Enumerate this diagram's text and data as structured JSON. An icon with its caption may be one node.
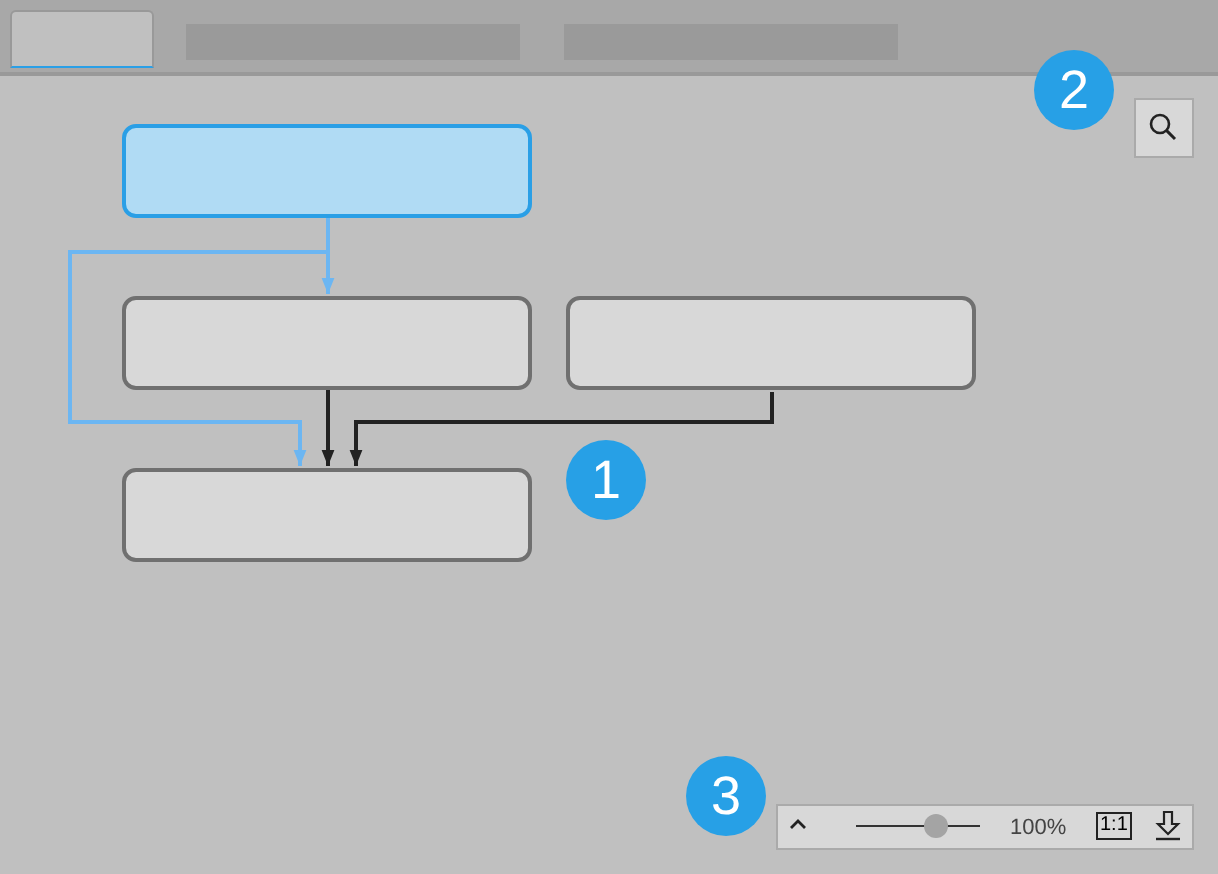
{
  "diagram": {
    "nodes": [
      {
        "text": [],
        "shape": "box"
      },
      {
        "text": [],
        "shape": "box"
      },
      {
        "text": [],
        "shape": "box"
      },
      {
        "text": [],
        "shape": "box"
      }
    ],
    "edges": [
      {
        "from": 0,
        "to": 1,
        "arrow": "to",
        "color": "#6cb6f2"
      },
      {
        "from": 0,
        "to": 3,
        "arrow": "to",
        "color": "#6cb6f2"
      },
      {
        "from": 1,
        "to": 3,
        "arrow": "to",
        "color": "#222222"
      },
      {
        "from": 2,
        "to": 3,
        "arrow": "to",
        "color": "#222222"
      }
    ],
    "labels": [
      "2",
      "1",
      "3",
      "100%",
      "1:1"
    ]
  }
}
